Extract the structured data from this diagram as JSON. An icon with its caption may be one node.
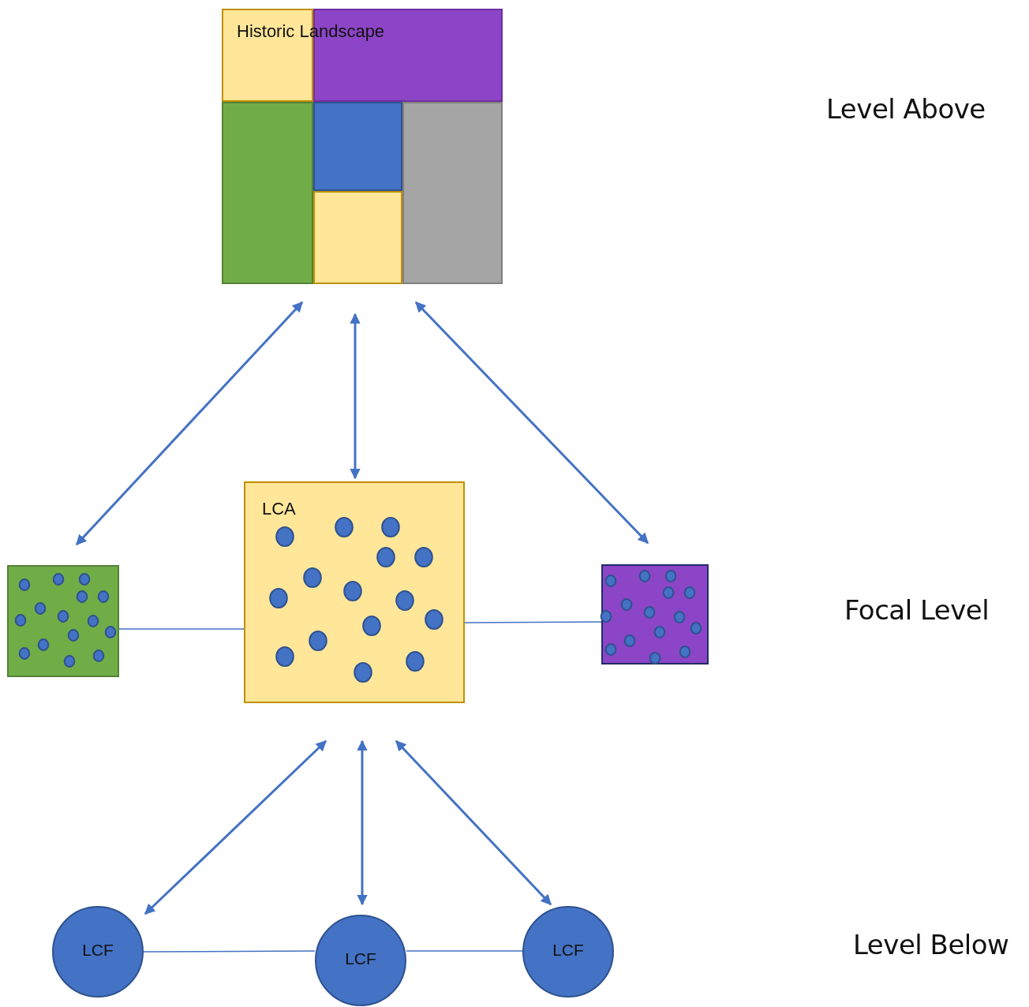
{
  "diagram": {
    "nodes": [
      {
        "text": [
          "Historic Landscape"
        ]
      },
      {
        "text": [],
        "shape": "box"
      },
      {
        "text": [
          "LCA"
        ]
      },
      {
        "text": [],
        "shape": "box"
      },
      {
        "text": [
          "LCF"
        ]
      },
      {
        "text": [
          "LCF"
        ]
      },
      {
        "text": [
          "LCF"
        ]
      }
    ],
    "edges": [
      {
        "from": 0,
        "to": 1,
        "arrow": "both"
      },
      {
        "from": 0,
        "to": 2,
        "arrow": "both"
      },
      {
        "from": 0,
        "to": 3,
        "arrow": "both"
      },
      {
        "from": 1,
        "to": 2,
        "arrow": "none"
      },
      {
        "from": 2,
        "to": 3,
        "arrow": "none"
      },
      {
        "from": 2,
        "to": 4,
        "arrow": "both"
      },
      {
        "from": 2,
        "to": 5,
        "arrow": "both"
      },
      {
        "from": 2,
        "to": 6,
        "arrow": "both"
      },
      {
        "from": 4,
        "to": 5,
        "arrow": "none"
      },
      {
        "from": 5,
        "to": 6,
        "arrow": "none"
      }
    ],
    "labels": [
      "Level Above",
      "Focal Level",
      "Level Below"
    ]
  }
}
